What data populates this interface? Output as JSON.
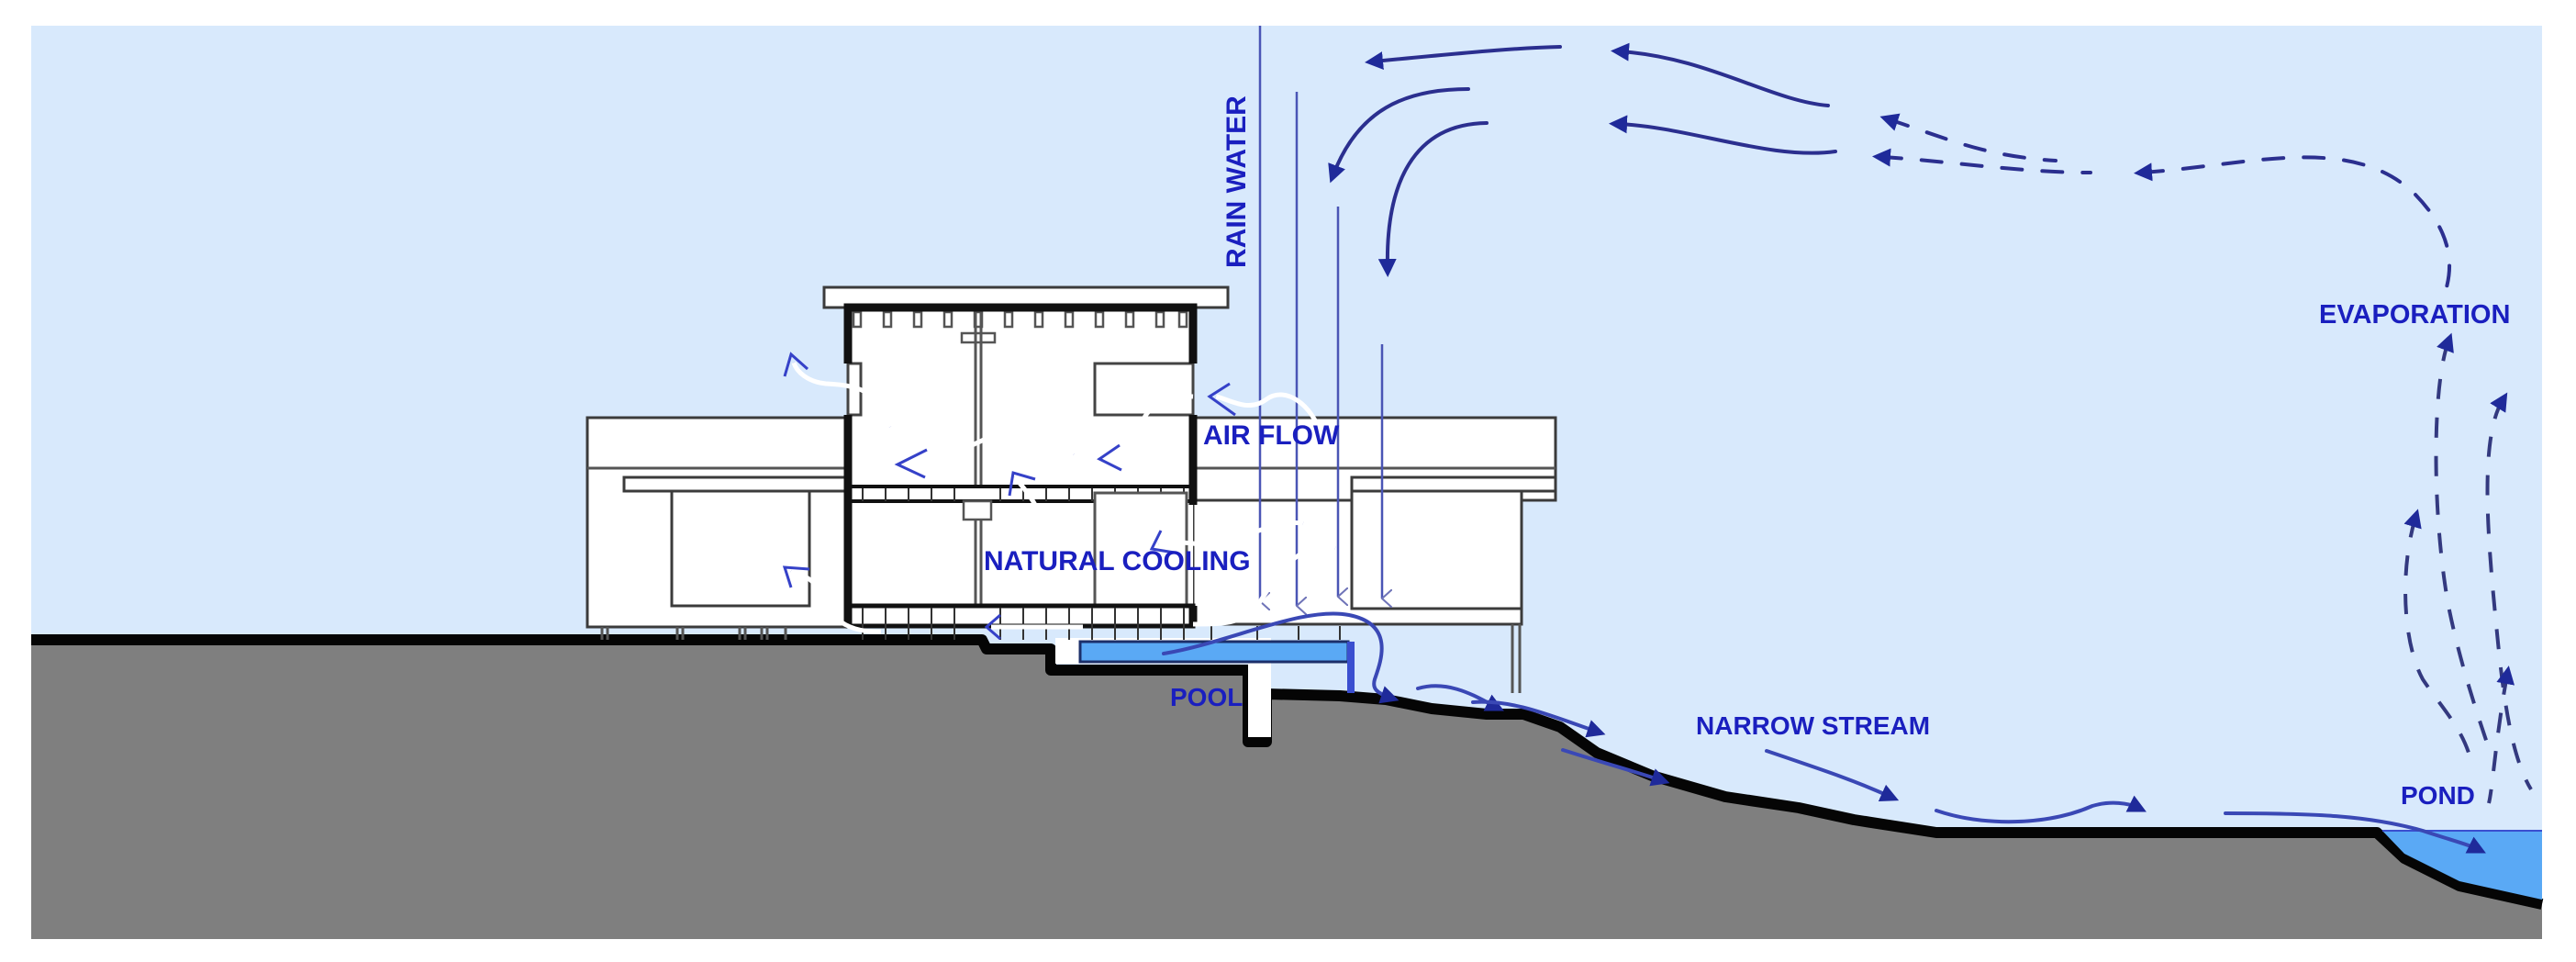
{
  "diagram": {
    "title": "Site section showing natural cooling and water cycle",
    "colors": {
      "sky": "#d8e9fc",
      "ground": "#7f7f7f",
      "ground_edge": "#050505",
      "water": "#5aa9f5",
      "label": "#1a1fbf",
      "arrow": "#2b2f8f",
      "building": "#ffffff"
    },
    "labels": {
      "rain_water": "RAIN WATER",
      "air_flow": "AIR FLOW",
      "natural_cooling": "NATURAL COOLING",
      "pool": "POOL",
      "narrow_stream": "NARROW STREAM",
      "evaporation": "EVAPORATION",
      "pond": "POND"
    },
    "elements": [
      "sky",
      "ground",
      "building-section",
      "pool",
      "narrow-stream",
      "pond",
      "rain-arrows",
      "cloud-circulation-arrows",
      "evaporation-arrows",
      "air-flow-arrows"
    ]
  }
}
